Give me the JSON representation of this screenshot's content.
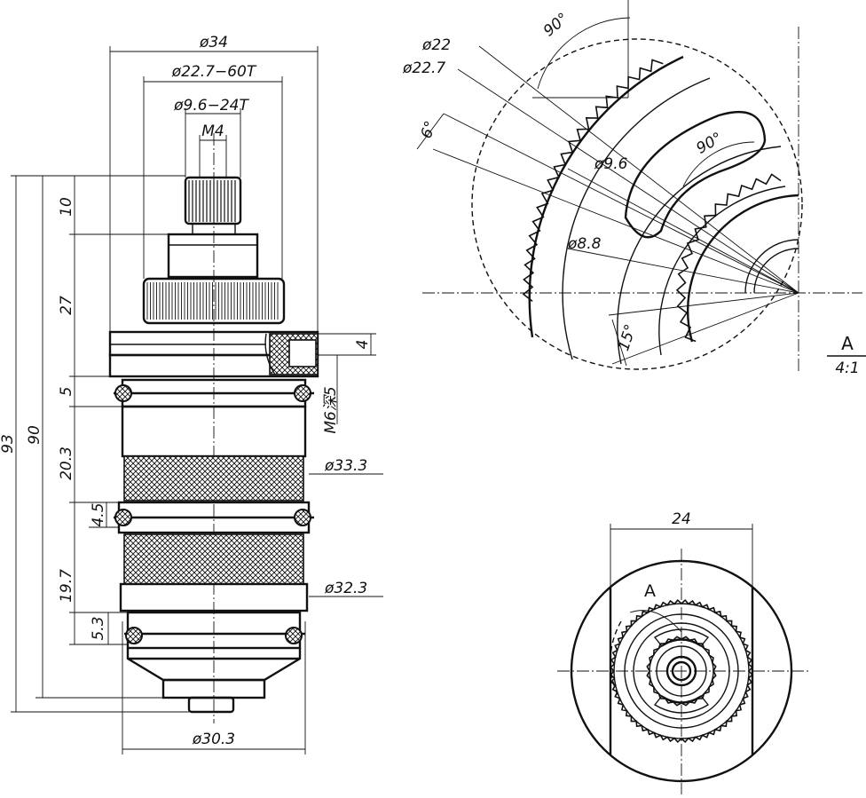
{
  "dims_front": {
    "d34": "ø34",
    "d22_7_60t": "ø22.7−60T",
    "d9_6_24t": "ø9.6−24T",
    "m4": "M4",
    "h10": "10",
    "h27": "27",
    "h5": "5",
    "h20_3": "20.3",
    "h4_5": "4.5",
    "h19_7": "19.7",
    "h5_3": "5.3",
    "h90": "90",
    "h93": "93",
    "h4": "4",
    "m6_depth": "M6深5",
    "d33_3": "ø33.3",
    "d32_3": "ø32.3",
    "d30_3": "ø30.3"
  },
  "detail": {
    "angle_90_top": "90°",
    "d22": "ø22",
    "d22_7": "ø22.7",
    "angle_6": "6°",
    "d9_6": "ø9.6",
    "angle_90_inner": "90°",
    "d8_8": "ø8.8",
    "angle_15": "15°",
    "label": "A",
    "scale": "4:1"
  },
  "end_view": {
    "width": "24",
    "view_marker": "A"
  }
}
